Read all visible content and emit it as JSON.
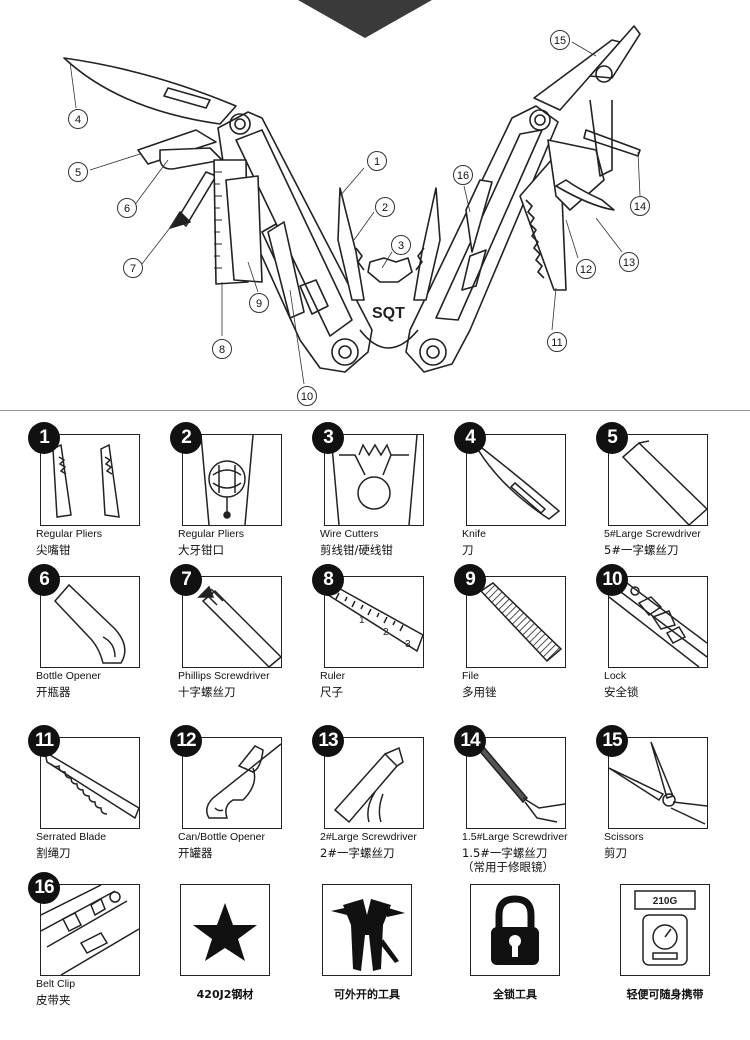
{
  "hero": {
    "brand": "SQT",
    "callouts": [
      "1",
      "2",
      "3",
      "4",
      "5",
      "6",
      "7",
      "8",
      "9",
      "10",
      "11",
      "12",
      "13",
      "14",
      "15",
      "16"
    ]
  },
  "tools": [
    {
      "num": "1",
      "en": "Regular Pliers",
      "zh": "尖嘴钳",
      "zh2": ""
    },
    {
      "num": "2",
      "en": "Regular Pliers",
      "zh": "大牙钳口",
      "zh2": ""
    },
    {
      "num": "3",
      "en": "Wire Cutters",
      "zh": "剪线钳/硬线钳",
      "zh2": ""
    },
    {
      "num": "4",
      "en": "Knife",
      "zh": "刀",
      "zh2": ""
    },
    {
      "num": "5",
      "en": "5#Large Screwdriver",
      "zh": "5#一字螺丝刀",
      "zh2": ""
    },
    {
      "num": "6",
      "en": "Bottle Opener",
      "zh": "开瓶器",
      "zh2": ""
    },
    {
      "num": "7",
      "en": "Phillips Screwdriver",
      "zh": "十字螺丝刀",
      "zh2": ""
    },
    {
      "num": "8",
      "en": "Ruler",
      "zh": "尺子",
      "zh2": "",
      "ruler_ticks": [
        "1",
        "2",
        "3"
      ]
    },
    {
      "num": "9",
      "en": "File",
      "zh": "多用锉",
      "zh2": ""
    },
    {
      "num": "10",
      "en": "Lock",
      "zh": "安全锁",
      "zh2": ""
    },
    {
      "num": "11",
      "en": "Serrated Blade",
      "zh": "割绳刀",
      "zh2": ""
    },
    {
      "num": "12",
      "en": "Can/Bottle  Opener",
      "zh": "开罐器",
      "zh2": ""
    },
    {
      "num": "13",
      "en": "2#Large Screwdriver",
      "zh": "2#一字螺丝刀",
      "zh2": ""
    },
    {
      "num": "14",
      "en": "1.5#Large Screwdriver",
      "zh": "1.5#一字螺丝刀",
      "zh2": "（常用于修眼镜）"
    },
    {
      "num": "15",
      "en": "Scissors",
      "zh": "剪刀",
      "zh2": ""
    },
    {
      "num": "16",
      "en": "Belt Clip",
      "zh": "皮带夹",
      "zh2": ""
    }
  ],
  "features": [
    {
      "caption": "420J2钢材",
      "icon": "star-icon"
    },
    {
      "caption": "可外开的工具",
      "icon": "multitool-silhouette-icon"
    },
    {
      "caption": "全锁工具",
      "icon": "padlock-icon"
    },
    {
      "caption": "轻便可随身携带",
      "icon": "scale-icon",
      "scale_reading": "210G"
    }
  ]
}
